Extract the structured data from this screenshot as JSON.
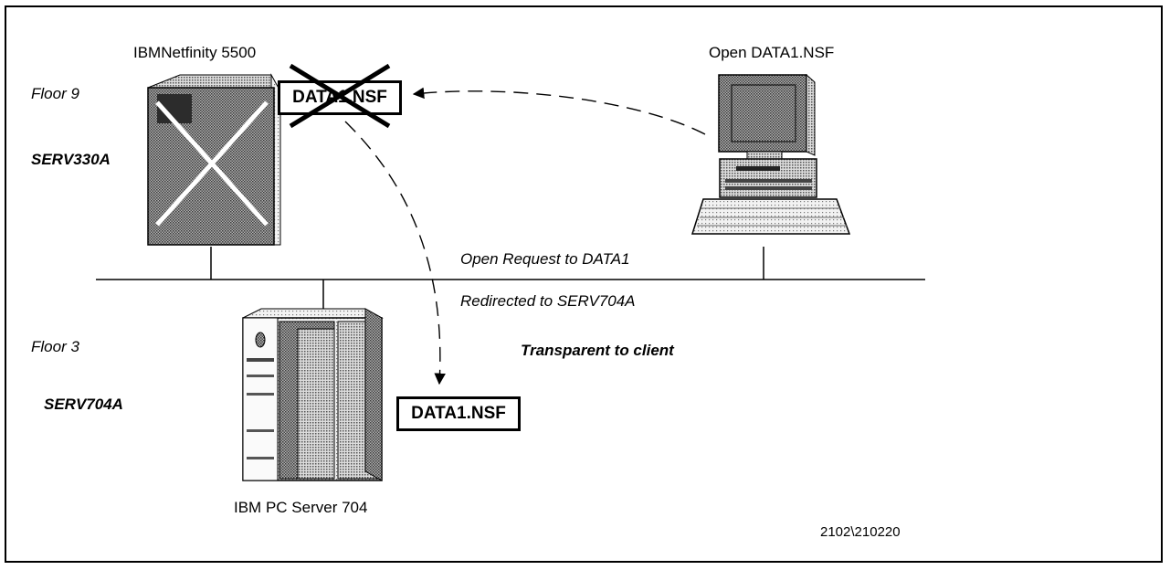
{
  "labels": {
    "server_top_name": "IBMNetfinity 5500",
    "client_action": "Open DATA1.NSF",
    "floor_top": "Floor 9",
    "server_top_id": "SERV330A",
    "floor_bottom": "Floor 3",
    "server_bottom_id": "SERV704A",
    "server_bottom_name": "IBM PC Server 704",
    "open_request": "Open Request to DATA1",
    "redirected": "Redirected to SERV704A",
    "transparent": "Transparent to client",
    "figure_id": "2102\\210220"
  },
  "files": {
    "failed_file": "DATA1.NSF",
    "replica_file": "DATA1.NSF"
  },
  "colors": {
    "ink": "#000000",
    "halftone_dark": "#6e6e6e",
    "halftone_mid": "#a8a8a8",
    "halftone_light": "#d6d6d6",
    "failure_cross": "#ffffff"
  },
  "icons": {
    "failed_server": "server-tower-icon",
    "client": "desktop-computer-icon",
    "replica_server": "server-tower-icon"
  }
}
